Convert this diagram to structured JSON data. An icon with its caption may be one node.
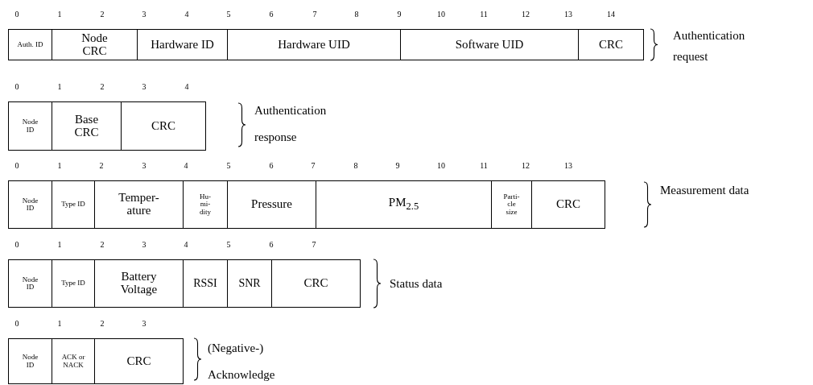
{
  "diagram": {
    "nodes": [
      {
        "text": [
          "Auth. ID"
        ]
      },
      {
        "text": [
          "Node CRC"
        ]
      },
      {
        "text": [
          "Hardware ID"
        ]
      },
      {
        "text": [
          "Hardware UID"
        ]
      },
      {
        "text": [
          "Software UID"
        ]
      },
      {
        "text": [
          "CRC"
        ]
      },
      {
        "text": [
          "Node ID"
        ]
      },
      {
        "text": [
          "Base CRC"
        ]
      },
      {
        "text": [
          "CRC"
        ]
      },
      {
        "text": [
          "Node ID"
        ]
      },
      {
        "text": [
          "Type ID"
        ]
      },
      {
        "text": [
          "Temper- ature"
        ]
      },
      {
        "text": [
          "Hu- mi- dity"
        ]
      },
      {
        "text": [
          "Pressure"
        ]
      },
      {
        "text": [
          "PM$_{2.5}$"
        ]
      },
      {
        "text": [
          "Parti- cle size"
        ]
      },
      {
        "text": [
          "CRC"
        ]
      },
      {
        "text": [
          "Node ID"
        ]
      },
      {
        "text": [
          "Type ID"
        ]
      },
      {
        "text": [
          "Battery Voltage"
        ]
      },
      {
        "text": [
          "RSSI"
        ]
      },
      {
        "text": [
          "SNR"
        ]
      },
      {
        "text": [
          "CRC"
        ]
      },
      {
        "text": [
          "Node ID"
        ]
      },
      {
        "text": [
          "ACK or NACK"
        ]
      },
      {
        "text": [
          "CRC"
        ]
      }
    ],
    "labels": [
      "0",
      "1",
      "2",
      "3",
      "4",
      "5",
      "6",
      "7",
      "8",
      "9",
      "10",
      "11",
      "12",
      "13",
      "14",
      "Authentication request",
      "0",
      "1",
      "2",
      "3",
      "4",
      "Authentication response",
      "0",
      "1",
      "2",
      "3",
      "4",
      "5",
      "6",
      "7",
      "8",
      "9",
      "10",
      "11",
      "12",
      "13",
      "Measurement data",
      "0",
      "1",
      "2",
      "3",
      "4",
      "5",
      "6",
      "7",
      "Status data",
      "0",
      "1",
      "2",
      "3",
      "(Negative-) Acknowledge"
    ]
  }
}
